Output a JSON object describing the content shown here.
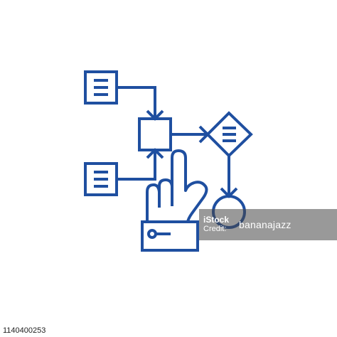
{
  "illustration": {
    "stroke_color": "#1f4fa0",
    "background": "#ffffff"
  },
  "watermark": {
    "logo_line1": "iStock",
    "logo_line2": "Credit:",
    "credit": "bananajazz"
  },
  "image_id": "1140400253"
}
